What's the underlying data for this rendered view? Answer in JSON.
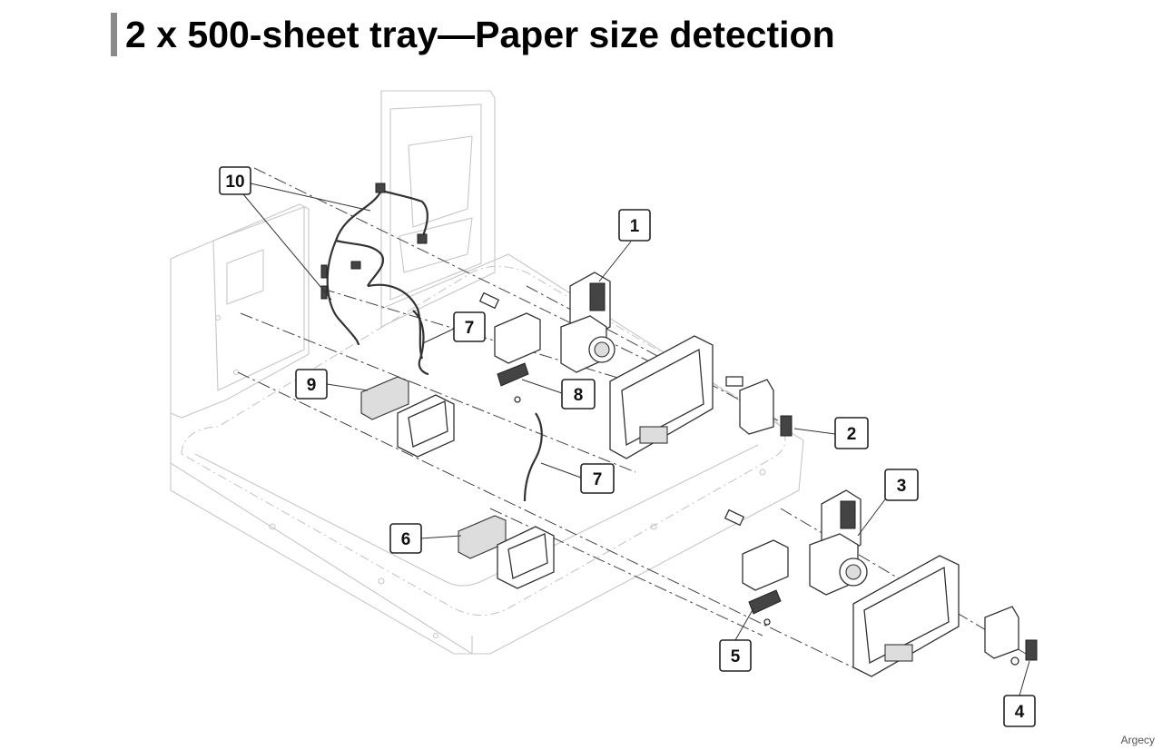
{
  "page": {
    "title": "2 x 500-sheet tray—Paper size detection",
    "watermark": "Argecy"
  },
  "diagram": {
    "callouts": [
      {
        "id": "c1",
        "label": "1"
      },
      {
        "id": "c2",
        "label": "2"
      },
      {
        "id": "c3",
        "label": "3"
      },
      {
        "id": "c4",
        "label": "4"
      },
      {
        "id": "c5",
        "label": "5"
      },
      {
        "id": "c6",
        "label": "6"
      },
      {
        "id": "c7a",
        "label": "7"
      },
      {
        "id": "c7b",
        "label": "7"
      },
      {
        "id": "c8",
        "label": "8"
      },
      {
        "id": "c9",
        "label": "9"
      },
      {
        "id": "c10",
        "label": "10"
      }
    ]
  }
}
